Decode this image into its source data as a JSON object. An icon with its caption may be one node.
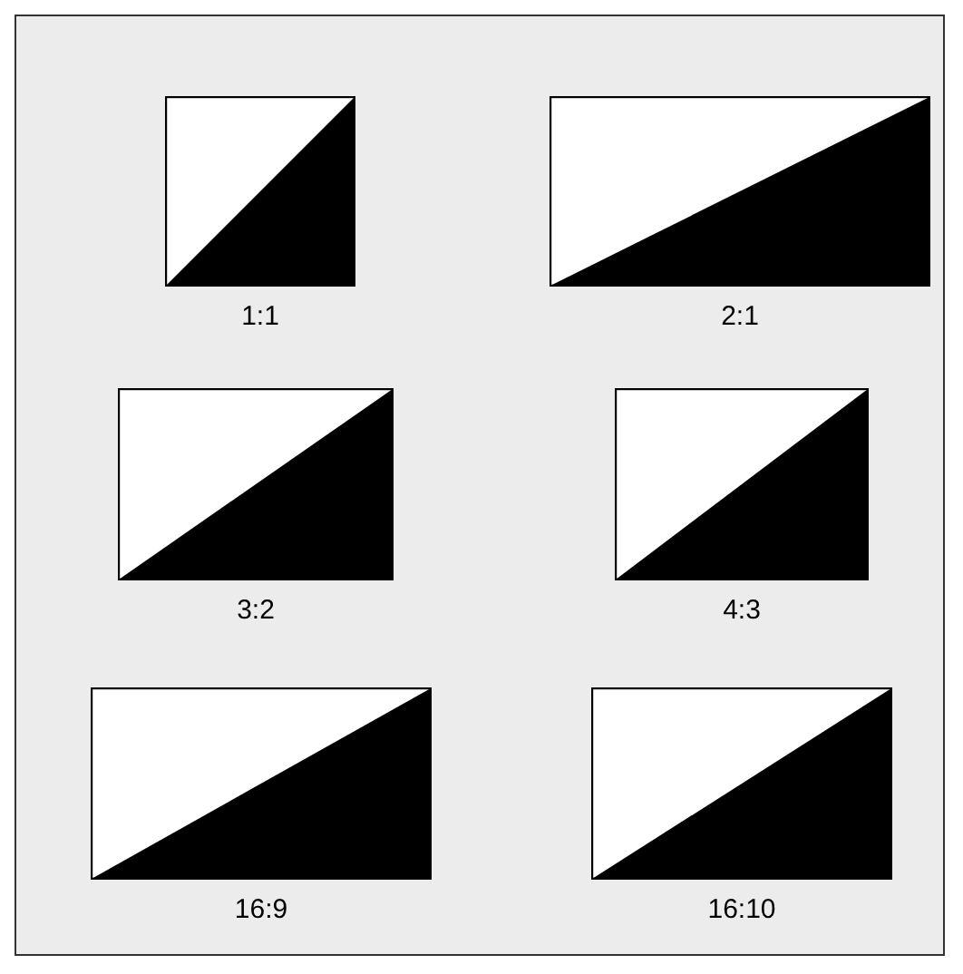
{
  "diagram": {
    "nodes": [
      {
        "text": [
          "1:1"
        ]
      },
      {
        "text": [
          "2:1"
        ]
      },
      {
        "text": [
          "3:2"
        ]
      },
      {
        "text": [
          "4:3"
        ]
      },
      {
        "text": [
          "16:9"
        ]
      },
      {
        "text": [
          "16:10"
        ]
      }
    ]
  }
}
